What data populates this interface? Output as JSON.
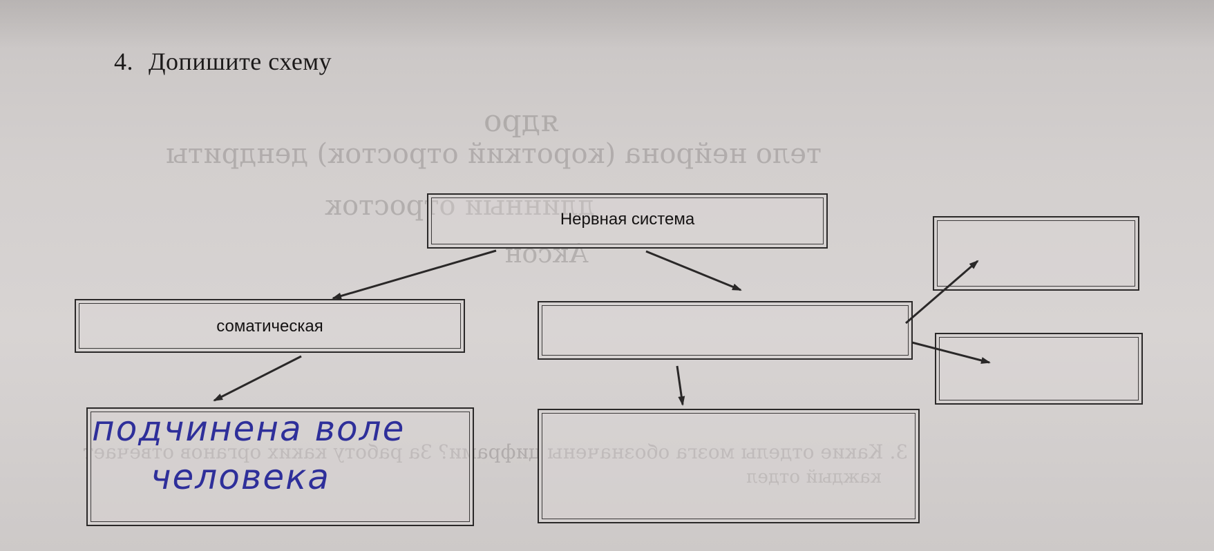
{
  "task": {
    "number": "4.",
    "title": "Допишите схему"
  },
  "scheme": {
    "root": "Нервная система",
    "left_branch": "соматическая",
    "right_branch": "",
    "left_child_handwritten_line1": "подчинена воле",
    "left_child_handwritten_line2": "человека",
    "right_child_bottom": "",
    "right_child_top": "",
    "right_child_middle": ""
  },
  "bleed_through": {
    "line1": "ядро",
    "line2": "тело нейрона (короткий отросток) дендриты",
    "line3": "длинный отросток",
    "line4": "Аксон",
    "question": "3. Какие отделы мозга обозначены цифрами? За работу каких органов отвечает",
    "question_cont": "каждый отдел"
  },
  "colors": {
    "ink_print": "#1c1a1a",
    "ink_handwriting": "#2e2f9a",
    "paper": "#d3cfce"
  }
}
